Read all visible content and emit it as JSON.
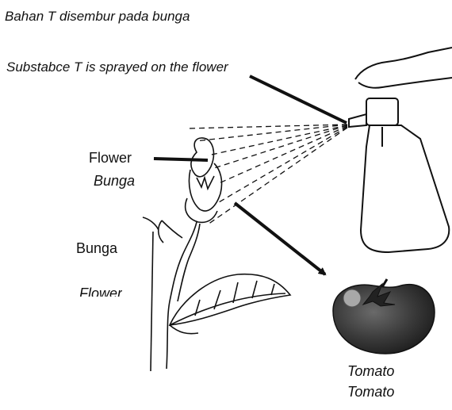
{
  "caption": {
    "malay": "Bahan T disembur pada bunga",
    "english": "Substabce T is sprayed on the flower"
  },
  "labels": {
    "flower_en": "Flower",
    "flower_my": "Bunga",
    "bunga": "Bunga",
    "flower_cut": "Flower",
    "tomato_1": "Tomato",
    "tomato_2": "Tomato"
  },
  "colors": {
    "ink": "#111111",
    "tomato_body": "#3c3c3c",
    "tomato_highlight": "#9a9a9a",
    "leaf_calyx": "#222222"
  },
  "icons": [
    "spray-bottle-icon",
    "flower-bud-icon",
    "leaf-icon",
    "tomato-icon",
    "arrow-icon"
  ]
}
